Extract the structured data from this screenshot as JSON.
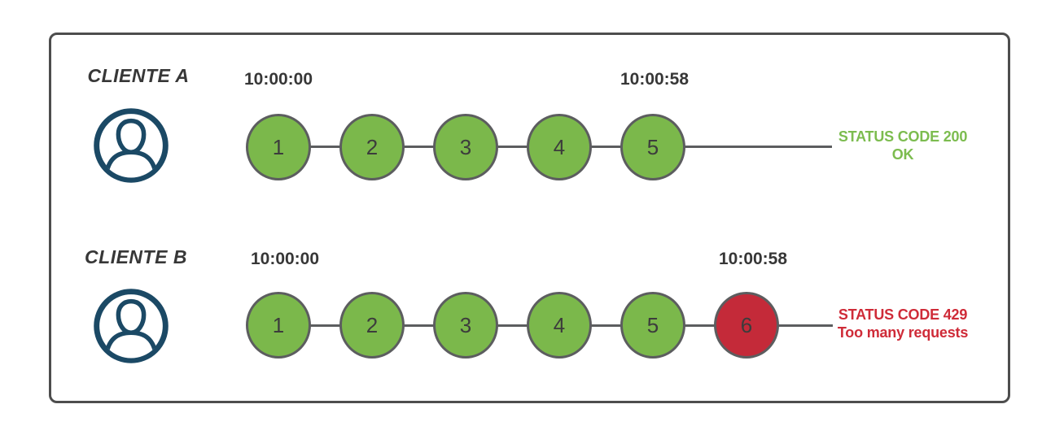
{
  "colors": {
    "success_fill": "#7BB84B",
    "success_text": "#7CBC4F",
    "error_fill": "#C42A39",
    "error_text": "#CF2B38",
    "stroke_gray": "#5C5D5F",
    "frame_border": "#4D4D4D",
    "dark_text": "#373737",
    "avatar_navy": "#1B4965"
  },
  "clients": [
    {
      "name": "CLIENTE A",
      "avatar_icon": "user-avatar-icon",
      "start_time": "10:00:00",
      "end_time": "10:00:58",
      "requests": [
        {
          "label": "1",
          "status": "success"
        },
        {
          "label": "2",
          "status": "success"
        },
        {
          "label": "3",
          "status": "success"
        },
        {
          "label": "4",
          "status": "success"
        },
        {
          "label": "5",
          "status": "success"
        }
      ],
      "status_type": "success",
      "status_code_label": "STATUS CODE 200",
      "status_message": "OK"
    },
    {
      "name": "CLIENTE B",
      "avatar_icon": "user-avatar-icon",
      "start_time": "10:00:00",
      "end_time": "10:00:58",
      "requests": [
        {
          "label": "1",
          "status": "success"
        },
        {
          "label": "2",
          "status": "success"
        },
        {
          "label": "3",
          "status": "success"
        },
        {
          "label": "4",
          "status": "success"
        },
        {
          "label": "5",
          "status": "success"
        },
        {
          "label": "6",
          "status": "error"
        }
      ],
      "status_type": "error",
      "status_code_label": "STATUS CODE 429",
      "status_message": "Too many requests"
    }
  ]
}
